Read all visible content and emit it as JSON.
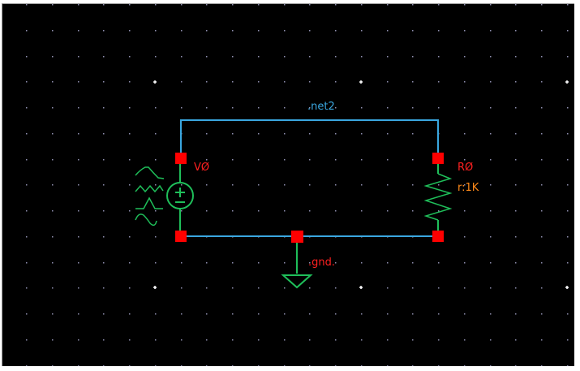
{
  "app": {
    "view": "schematic-editor",
    "background_color": "#000000",
    "grid_dot_color": "#8f8fb0",
    "major_grid_color": "#ffffff"
  },
  "colors": {
    "wire": "#3aa7e0",
    "symbol": "#1fbf5a",
    "pin": "#ff0000",
    "instance_label": "#ff2020",
    "net_label": "#3aa7e0",
    "param_label": "#ff8a1a"
  },
  "nets": [
    {
      "name": ".net2"
    },
    {
      "name": ".gnd."
    }
  ],
  "instances": [
    {
      "name": "V0",
      "display": "VØ",
      "type": "voltage-source"
    },
    {
      "name": "R0",
      "display": "RØ",
      "type": "resistor",
      "param": "r:1K"
    },
    {
      "name": "gnd",
      "type": "ground"
    }
  ],
  "labels": {
    "net_top": ".net2",
    "net_gnd": ".gnd.",
    "v0": "VØ",
    "r0": "RØ",
    "r0_param": "r:1K"
  }
}
